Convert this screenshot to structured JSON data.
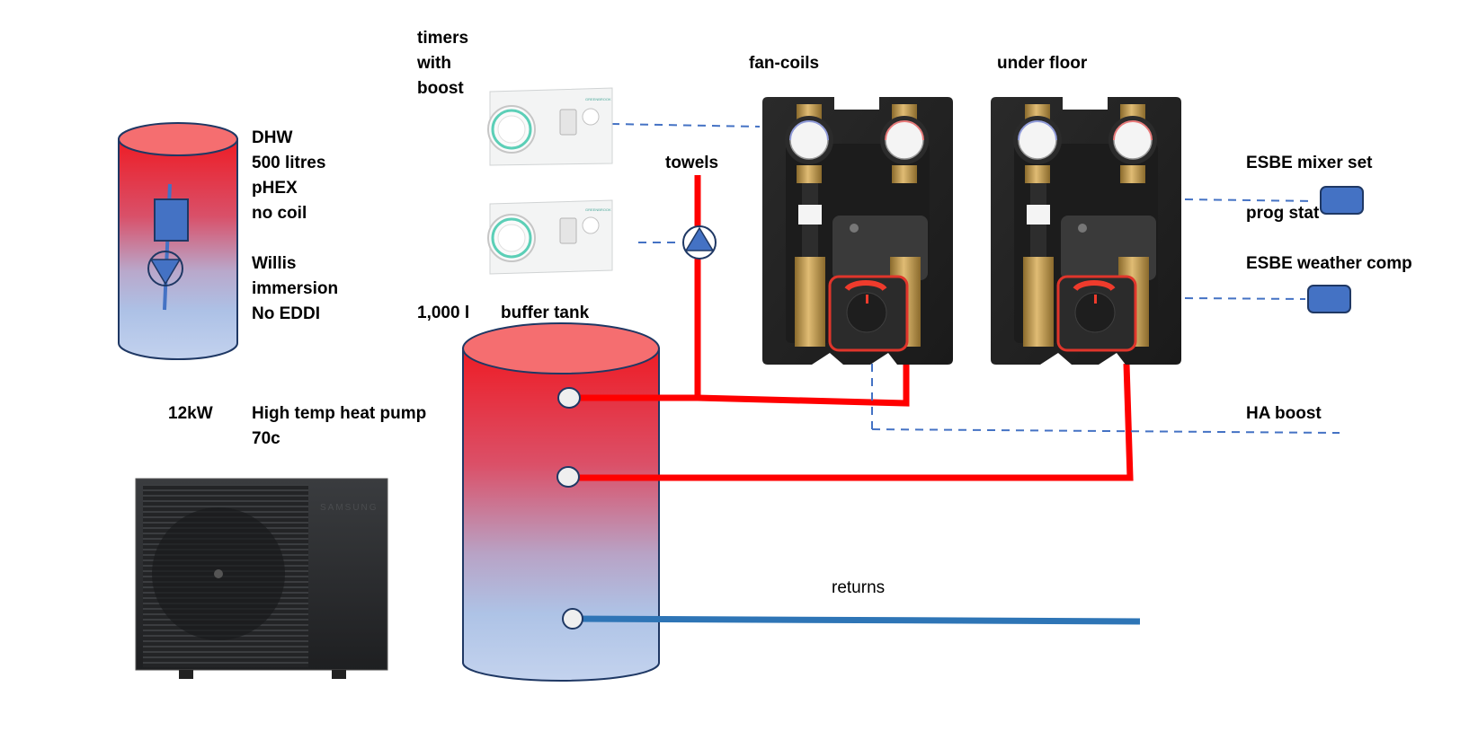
{
  "title": "Heat pump buffer tank schematic",
  "colors": {
    "hot_pipe": "#ff0000",
    "return_pipe": "#2e75b6",
    "control_line": "#4472c4",
    "tank_top": "#ee1c25",
    "tank_bottom": "#aec3e6",
    "tank_outline": "#1f3864",
    "device_blue": "#4472c4"
  },
  "dhw_tank": {
    "lines": [
      "DHW",
      "500 litres",
      "pHEX",
      "no coil",
      "",
      "Willis",
      "immersion",
      "No EDDI"
    ]
  },
  "timers": {
    "label_lines": [
      "timers",
      "with",
      "boost"
    ],
    "units": [
      {
        "name": "timer-upper",
        "brand": "GREENBROOK"
      },
      {
        "name": "timer-lower",
        "brand": "GREENBROOK"
      }
    ]
  },
  "towels": {
    "label": "towels"
  },
  "fan_coils": {
    "label": "fan-coils"
  },
  "under_floor": {
    "label": "under floor"
  },
  "esbe": {
    "mixer_set": "ESBE mixer set",
    "prog_stat": "prog stat",
    "weather_comp": "ESBE weather comp"
  },
  "buffer_tank": {
    "volume": "1,000 l",
    "label": "buffer tank"
  },
  "heat_pump": {
    "power": "12kW",
    "label_lines": [
      "High temp heat pump",
      "70c"
    ],
    "brand": "SAMSUNG"
  },
  "ha_boost": {
    "label": "HA boost"
  },
  "returns": {
    "label": "returns"
  }
}
